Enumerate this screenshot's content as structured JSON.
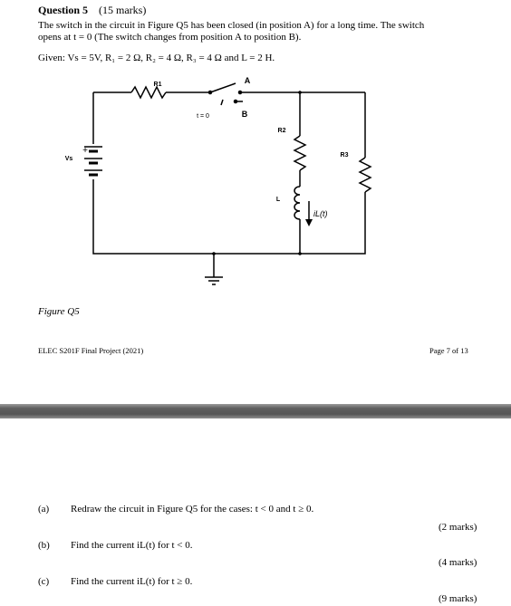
{
  "question": {
    "number_label": "Question 5",
    "marks_label": "(15 marks)",
    "description_lines": [
      "The switch in the circuit in Figure Q5 has been closed (in position A) for a long time. The switch",
      "opens at t = 0 (The switch changes from position A to position B)."
    ],
    "given": "Given: Vs = 5V, R₁ = 2 Ω, R₂ = 4 Ω, R₃ = 4 Ω and L = 2 H."
  },
  "circuit": {
    "labels": {
      "r1": "R1",
      "r2": "R2",
      "r3": "R3",
      "vs": "Vs",
      "inductor": "L",
      "switch_a": "A",
      "switch_b": "B",
      "switch_time": "t = 0",
      "plus": "+",
      "current": "iL(t)"
    }
  },
  "figure_caption": "Figure Q5",
  "footer": {
    "course": "ELEC S201F Final Project (2021)",
    "page": "Page 7 of 13"
  },
  "parts": [
    {
      "label": "(a)",
      "text": "Redraw the circuit in Figure Q5 for the cases: t < 0 and t ≥ 0.",
      "marks": "(2 marks)"
    },
    {
      "label": "(b)",
      "text": "Find the current iL(t) for t < 0.",
      "marks": "(4 marks)"
    },
    {
      "label": "(c)",
      "text": "Find the current iL(t) for t ≥ 0.",
      "marks": "(9 marks)"
    }
  ],
  "colors": {
    "separator": "#5f5f5f",
    "ink": "#000000"
  }
}
